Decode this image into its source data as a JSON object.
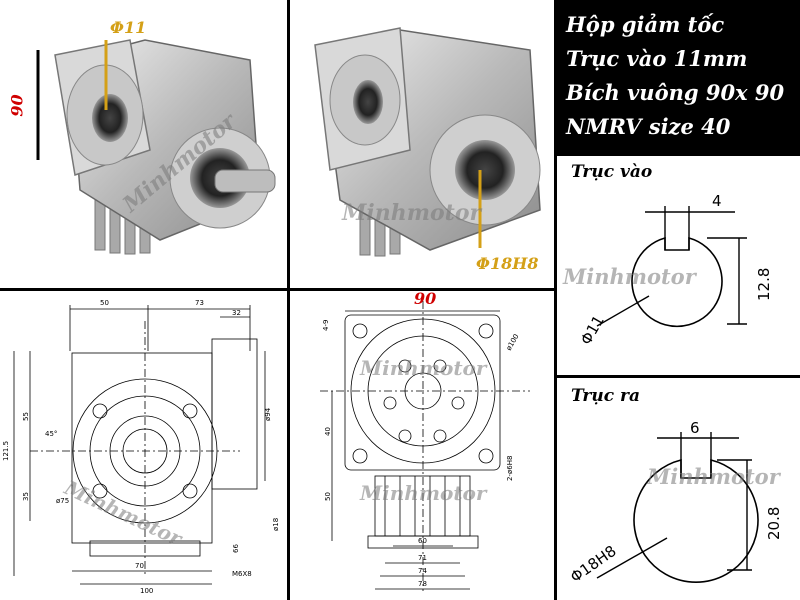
{
  "title": {
    "line1": "Hộp giảm tốc",
    "line2": "Trục vào 11mm",
    "line3": "Bích vuông 90x 90",
    "line4": "NMRV size 40"
  },
  "watermark": "Minhmotor",
  "photo_left": {
    "height_label": "90",
    "shaft_label": "Φ11"
  },
  "photo_right": {
    "hole_label": "Φ18H8"
  },
  "drawing_side": {
    "dims_top": [
      "50",
      "73",
      "32"
    ],
    "dims_left": [
      "121.5",
      "55",
      "35"
    ],
    "dims_bottom": [
      "70",
      "100"
    ],
    "dims_other": [
      "ø75",
      "ø94",
      "ø18",
      "45°",
      "66",
      "M6X8"
    ]
  },
  "drawing_front": {
    "width_label": "90",
    "dims_left": [
      "4-9",
      "40",
      "50"
    ],
    "dims_bottom": [
      "60",
      "71",
      "74",
      "78"
    ],
    "dims_other": [
      "ø100",
      "2-ø6H8"
    ]
  },
  "input_shaft": {
    "title": "Trục vào",
    "width": "4",
    "height": "12.8",
    "diameter": "Φ11"
  },
  "output_shaft": {
    "title": "Trục ra",
    "width": "6",
    "height": "20.8",
    "diameter": "Φ18H8"
  },
  "colors": {
    "accent_orange": "#d4a017",
    "accent_red": "#d00000",
    "title_bg": "#000000"
  }
}
